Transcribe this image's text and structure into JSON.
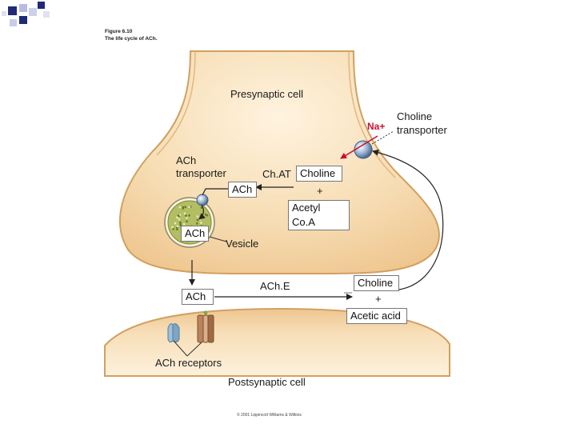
{
  "figure": {
    "number": "Figure 6.10",
    "caption": "The life cycle of ACh."
  },
  "labels": {
    "presynaptic": "Presynaptic cell",
    "postsynaptic": "Postsynaptic cell",
    "na": "Na+",
    "choline_transporter_1": "Choline",
    "choline_transporter_2": "transporter",
    "ach_transporter_1": "ACh",
    "ach_transporter_2": "transporter",
    "chat": "Ch.AT",
    "vesicle": "Vesicle",
    "ache": "ACh.E",
    "plus_1": "+",
    "plus_2": "+",
    "ach_receptors": "ACh receptors",
    "copyright": "© 2001 Lippincott Williams & Wilkins"
  },
  "boxes": {
    "choline_top": "Choline",
    "ach_top": "ACh",
    "acetyl_coa": "Acetyl Co.A",
    "ach_vesicle": "ACh",
    "ach_cleft": "ACh",
    "choline_cleft": "Choline",
    "acetic_acid": "Acetic acid"
  },
  "colors": {
    "slide_squares": [
      "#1f2a78",
      "#9aa0c8"
    ],
    "cell_fill": "#f4d9ac",
    "cell_edge": "#d9a86a",
    "vesicle_fill": "#b7bf6a",
    "receptor_blue": "#8fb3cc",
    "receptor_brown": "#b07a52"
  }
}
